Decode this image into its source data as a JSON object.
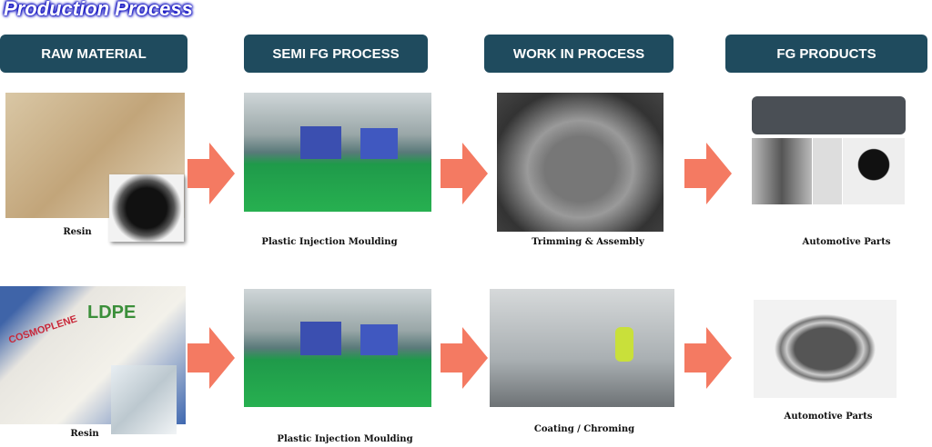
{
  "title": "Production Process",
  "headers": [
    "RAW MATERIAL",
    "SEMI FG PROCESS",
    "WORK IN PROCESS",
    "FG PRODUCTS"
  ],
  "row1": {
    "raw": "Resin",
    "semi": "Plastic Injection Moulding",
    "wip": "Trimming & Assembly",
    "fg": "Automotive Parts"
  },
  "row2": {
    "raw": "Resin",
    "semi": "Plastic Injection Moulding",
    "wip": "Coating / Chroming",
    "fg": "Automotive Parts"
  },
  "image_text": {
    "lldpe": "LDPE",
    "brand": "COSMOPLENE"
  },
  "colors": {
    "header": "#1f4b5e",
    "arrow": "#f47a62"
  }
}
